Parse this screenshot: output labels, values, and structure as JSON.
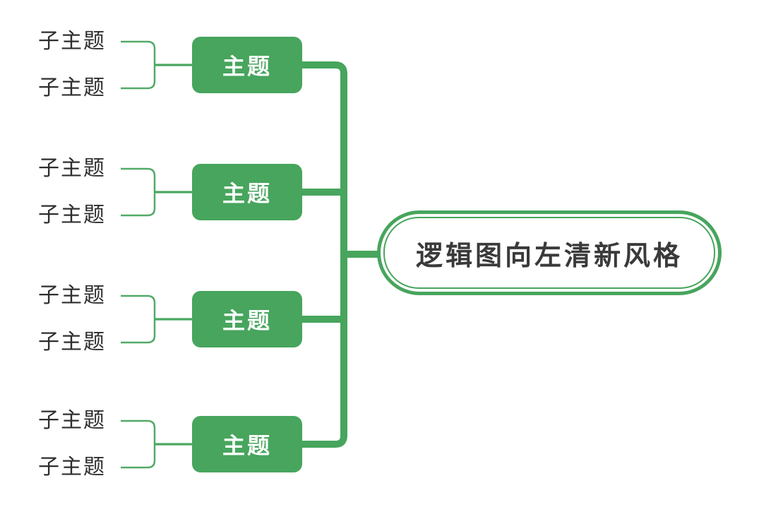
{
  "diagram": {
    "title": "逻辑图向左清新风格",
    "central_topic": {
      "label": "逻辑图向左清新风格"
    },
    "topics": [
      {
        "label": "主题",
        "subtopics": [
          "子主题",
          "子主题"
        ]
      },
      {
        "label": "主题",
        "subtopics": [
          "子主题",
          "子主题"
        ]
      },
      {
        "label": "主题",
        "subtopics": [
          "子主题",
          "子主题"
        ]
      },
      {
        "label": "主题",
        "subtopics": [
          "子主题",
          "子主题"
        ]
      }
    ],
    "colors": {
      "accent_green": "#47a55d",
      "thin_line_green": "#52aa67",
      "topic_fill": "#47a55d",
      "topic_text": "#ffffff",
      "subtopic_text": "#2e2e2e",
      "central_text": "#3a3a3a",
      "background": "#ffffff"
    }
  }
}
